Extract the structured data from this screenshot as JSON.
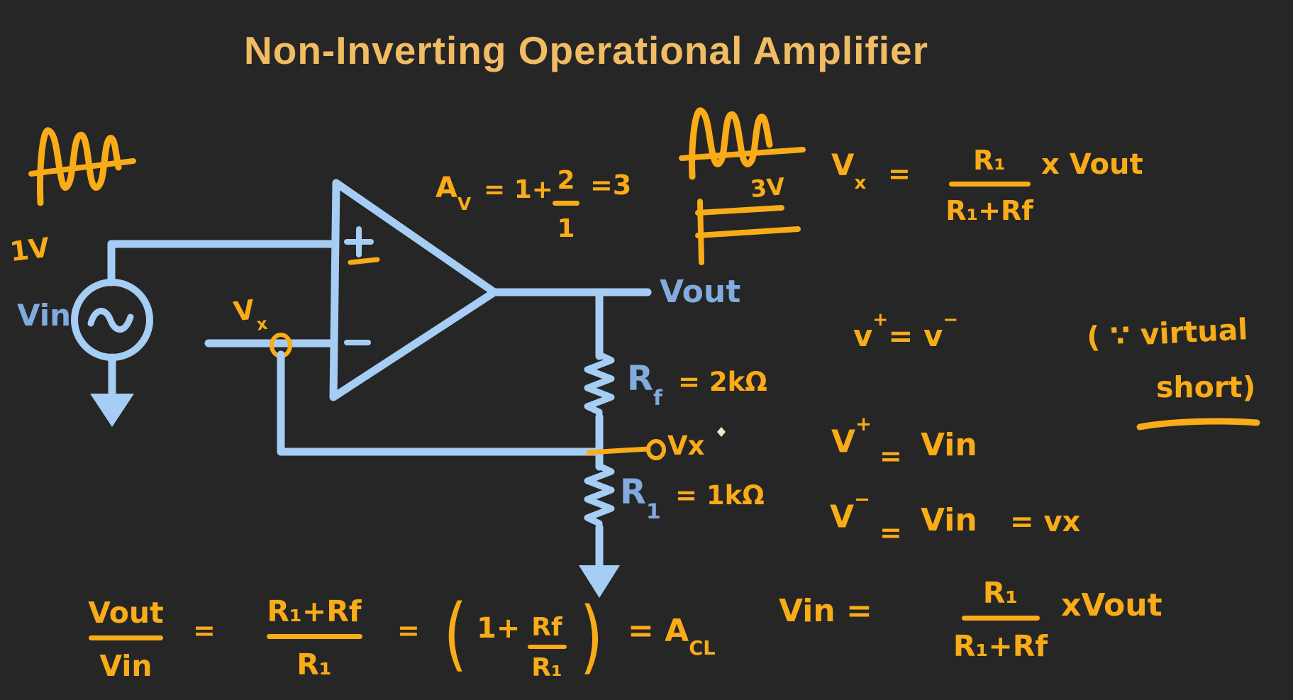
{
  "title": "Non-Inverting Operational Amplifier",
  "colors": {
    "background": "#262626",
    "marker_orange": "#F9AC18",
    "title_orange": "#F2BC64",
    "wire_blue": "#A6CDF4",
    "label_blue": "#82ABDE"
  },
  "circuit": {
    "input_amplitude": "1V",
    "source_label": "Vin",
    "inverting_node_v": "V",
    "inverting_node_sub": "x",
    "opamp_plus": "+",
    "opamp_minus": "−",
    "gain": {
      "symbol": "A",
      "symbol_sub": "V",
      "mid": "= 1+",
      "frac_num": "2",
      "frac_den": "1",
      "result": "=3"
    },
    "output_amplitude": "3V",
    "output_label": "Vout",
    "rf_name": "R",
    "rf_sub": "f",
    "rf_value": "= 2kΩ",
    "feedback_node": "Vx",
    "r1_name": "R",
    "r1_sub": "1",
    "r1_value": "= 1kΩ"
  },
  "formulas": {
    "vx_divider": {
      "lhs": "V",
      "lhs_sub": "x",
      "eq": "=",
      "num": "R₁",
      "den": "R₁+Rf",
      "mult": "x Vout"
    },
    "virtual_short": {
      "v1": "v",
      "sup1": "+",
      "mid": "= v",
      "sup2": "−",
      "reason_line1": "( ∵ virtual",
      "reason_line2": "short)"
    },
    "v_plus": {
      "lhs": "V",
      "sup": "+",
      "eq": "=",
      "rhs": "Vin"
    },
    "v_minus": {
      "lhs": "V",
      "sup": "−",
      "eq": "=",
      "rhs": "Vin",
      "rhs2": "= vx"
    },
    "closed_loop": {
      "num1": "Vout",
      "den1": "Vin",
      "eq1": "=",
      "num2": "R₁+Rf",
      "den2": "R₁",
      "eq2": "=",
      "paren_open": "(",
      "one_plus": "1+",
      "pnum": "Rf",
      "pden": "R₁",
      "paren_close": ")",
      "eq3": "= A",
      "eq3_sub": "CL"
    },
    "vin_divider": {
      "lhs": "Vin =",
      "num": "R₁",
      "den": "R₁+Rf",
      "mult": "xVout"
    }
  }
}
